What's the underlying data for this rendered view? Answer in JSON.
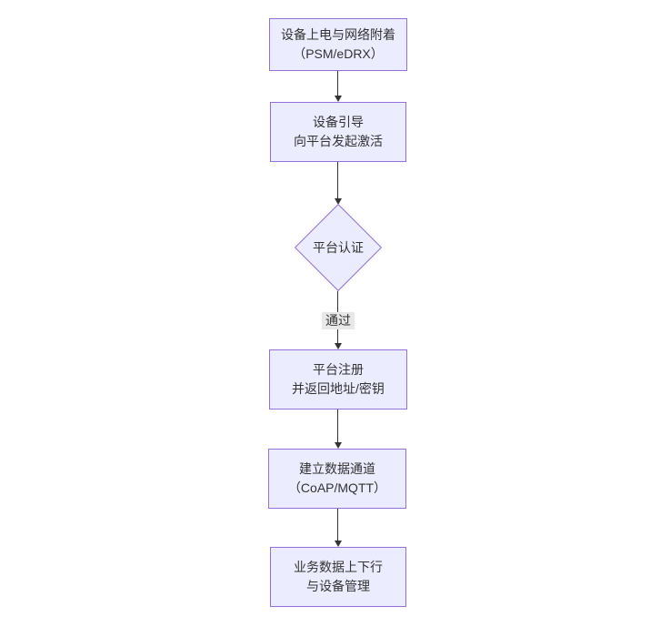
{
  "diagram": {
    "type": "flowchart",
    "direction": "top-down",
    "nodes": {
      "power_attach": {
        "shape": "rect",
        "line1": "设备上电与网络附着",
        "line2": "（PSM/eDRX）"
      },
      "bootstrap": {
        "shape": "rect",
        "line1": "设备引导",
        "line2": "向平台发起激活"
      },
      "auth": {
        "shape": "diamond",
        "line1": "平台认证"
      },
      "register": {
        "shape": "rect",
        "line1": "平台注册",
        "line2": "并返回地址/密钥"
      },
      "channel": {
        "shape": "rect",
        "line1": "建立数据通道",
        "line2": "（CoAP/MQTT）"
      },
      "business": {
        "shape": "rect",
        "line1": "业务数据上下行",
        "line2": "与设备管理"
      }
    },
    "edges": {
      "auth_pass_label": "通过"
    },
    "colors": {
      "background": "#ffffff",
      "node_fill": "#ECECFF",
      "node_border": "#9370DB",
      "text": "#333333",
      "line": "#333333",
      "edge_label_bg": "#e8e8e8"
    }
  }
}
